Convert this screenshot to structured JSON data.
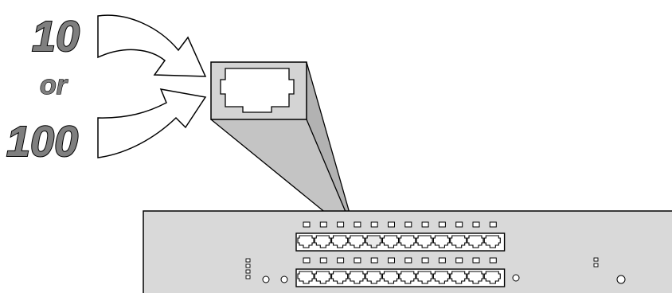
{
  "labels": {
    "speed_top": "10",
    "connector": "or",
    "speed_bottom": "100"
  },
  "device": {
    "port_rows": 2,
    "ports_per_row": 12,
    "highlighted_port": {
      "row": 1,
      "index": 4
    }
  },
  "colors": {
    "panel_fill": "#d9d9d9",
    "callout_fill": "#c4c4c4",
    "label_fill": "#7f7f7f",
    "outline": "#000000",
    "port_fill": "#ffffff"
  },
  "icons": {
    "arrows": "curved-arrow-icon",
    "jack": "rj45-jack-icon",
    "port": "rj45-port-icon",
    "led": "led-indicator-icon"
  }
}
